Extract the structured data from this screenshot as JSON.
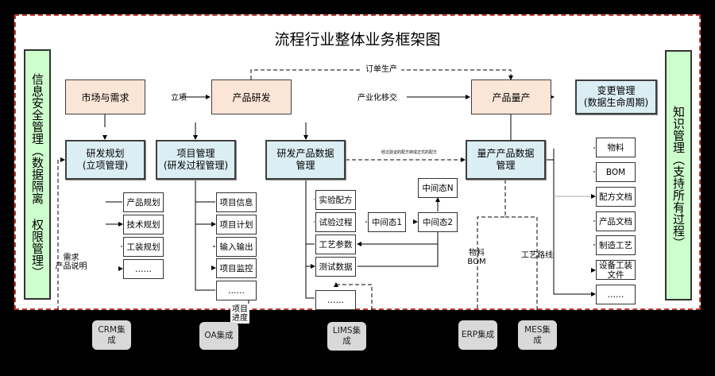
{
  "title": "流程行业整体业务框架图",
  "left_bar": "信息安全管理（数据隔离  权限管理）",
  "right_bar": "知识管理（支持所有过程）",
  "top_row": {
    "market": "市场与需求",
    "lixiang": "立项",
    "rd": "产品研发",
    "transfer": "产业化移交",
    "order": "订单生产",
    "mass": "产品量产",
    "change": "变更管理\n(数据生命周期)"
  },
  "mid_row": {
    "plan": "研发规划\n(立项管理)",
    "project": "项目管理\n(研发过程管理)",
    "rd_data": "研发产品数据\n管理",
    "mass_data": "量产产品数据\n管理",
    "dashed_note": "经过验证的配方转成正式的配方"
  },
  "plan_items": [
    "产品规划",
    "技术规划",
    "工装规划",
    "……"
  ],
  "project_items": [
    "项目信息",
    "项目计划",
    "输入输出",
    "项目监控",
    "……"
  ],
  "rd_items": [
    "实验配方",
    "试验过程",
    "工艺参数",
    "测试数据",
    "……"
  ],
  "states": [
    "中间态1",
    "中间态2",
    "中间态N"
  ],
  "mass_items": [
    "物料",
    "BOM",
    "配方文档",
    "产品文档",
    "制造工艺",
    "设备工装\n文件",
    "……"
  ],
  "labels": {
    "demand": "需求\n产品说明",
    "progress": "项目\n进度",
    "material_bom": "物料\nBOM",
    "route": "工艺路线"
  },
  "integrations": [
    "CRM集\n成",
    "OA集成",
    "LIMS集\n成",
    "ERP集成",
    "MES集\n成"
  ],
  "colors": {
    "peach": "#fbe5d6",
    "blue": "#dbeef4",
    "green": "#ccffcc",
    "border_red": "#c0392b",
    "integration": "#d9d9d9"
  }
}
